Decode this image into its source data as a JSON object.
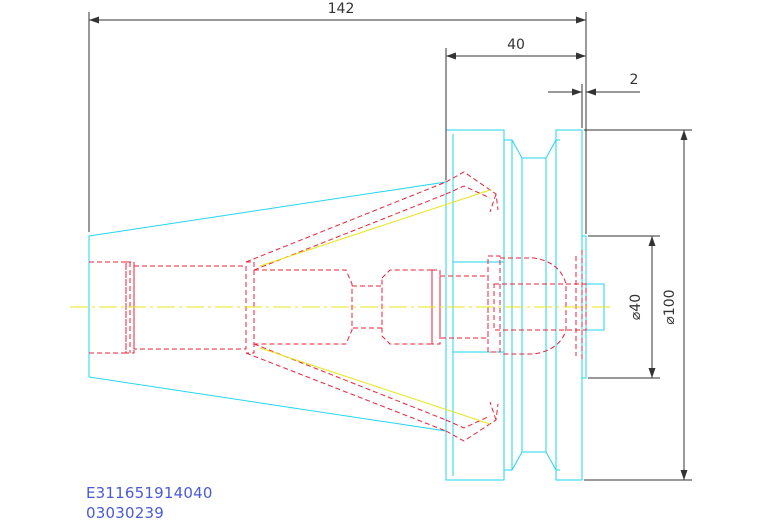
{
  "drawing": {
    "colors": {
      "background": "#ffffff",
      "outline": "#22d6ee",
      "hidden": "#e8233a",
      "centerline": "#e8e61a",
      "dimension": "#333333",
      "code_text": "#4a5ad6"
    },
    "dimensions": {
      "overall_length": "142",
      "flange_length": "40",
      "gap": "2",
      "bore_diameter": "⌀40",
      "flange_diameter": "⌀100"
    },
    "part_code": "E311651914040",
    "drawing_number": "03030239"
  }
}
